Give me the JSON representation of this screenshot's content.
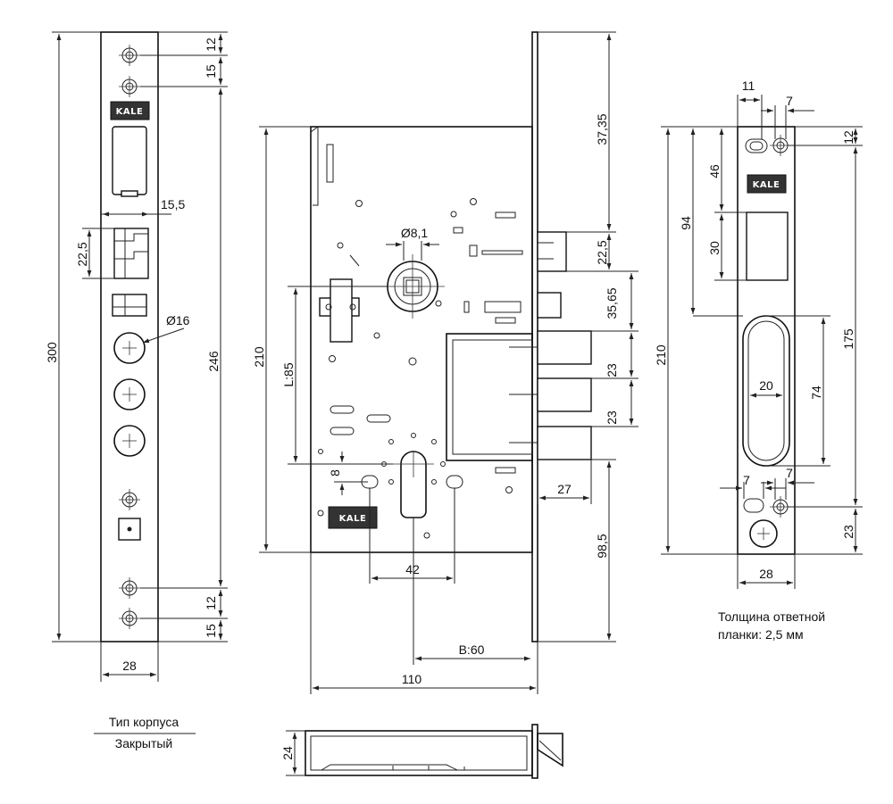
{
  "faceplate": {
    "height_total": "300",
    "height_between_holes": "246",
    "top_gap_1": "12",
    "top_gap_2": "15",
    "bottom_gap_1": "12",
    "bottom_gap_2": "15",
    "latch_width": "15,5",
    "latch_height": "22,5",
    "bolt_diameter": "Ø16",
    "width": "28",
    "logo": "KALE"
  },
  "body_case": {
    "height": "210",
    "spindle_diameter": "Ø8,1",
    "center_distance": "L:85",
    "offset_8": "8",
    "hole_spacing": "42",
    "backset": "B:60",
    "depth": "110",
    "top_offset": "37,35",
    "latch_travel": "22,5",
    "gap_35": "35,65",
    "bolt_pitch_1": "23",
    "bolt_pitch_2": "23",
    "bolt_throw": "27",
    "bottom_offset": "98,5",
    "logo": "KALE"
  },
  "case_type": {
    "label": "Тип корпуса",
    "value": "Закрытый"
  },
  "bottom_view": {
    "thickness": "24"
  },
  "strike_plate": {
    "w11": "11",
    "w7_top": "7",
    "h12": "12",
    "h46": "46",
    "h94": "94",
    "h30": "30",
    "h210": "210",
    "h175": "175",
    "slot_width": "20",
    "slot_height": "74",
    "w7_left": "7",
    "w7_right": "7",
    "h23": "23",
    "width": "28",
    "logo": "KALE",
    "note_line1": "Толщина ответной",
    "note_line2": "планки: 2,5 мм"
  }
}
